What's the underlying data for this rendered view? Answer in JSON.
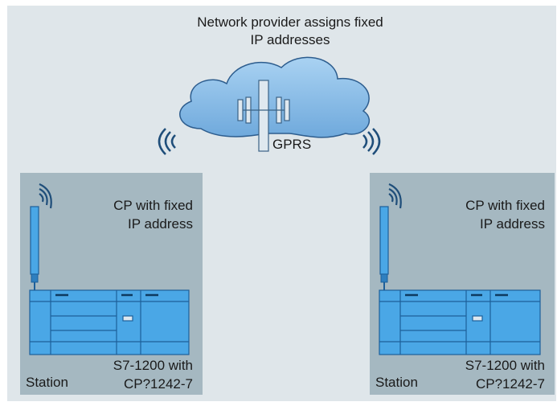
{
  "network": {
    "caption_line1": "Network provider assigns fixed",
    "caption_line2": "IP addresses",
    "gprs_label": "GPRS",
    "cloud_color": "#8fbde6",
    "cloud_stroke": "#2d5d8e"
  },
  "stations": [
    {
      "cp_line1": "CP with fixed",
      "cp_line2": "IP address",
      "plc_line1": "S7-1200 with",
      "plc_line2": "CP?1242-7",
      "station_label": "Station"
    },
    {
      "cp_line1": "CP with fixed",
      "cp_line2": "IP address",
      "plc_line1": "S7-1200 with",
      "plc_line2": "CP?1242-7",
      "station_label": "Station"
    }
  ],
  "colors": {
    "background": "#dfe6ea",
    "station_box": "#a5b8c1",
    "plc_fill": "#4aa7e6",
    "plc_stroke": "#1d5f9a",
    "signal": "#1f4e7a"
  }
}
